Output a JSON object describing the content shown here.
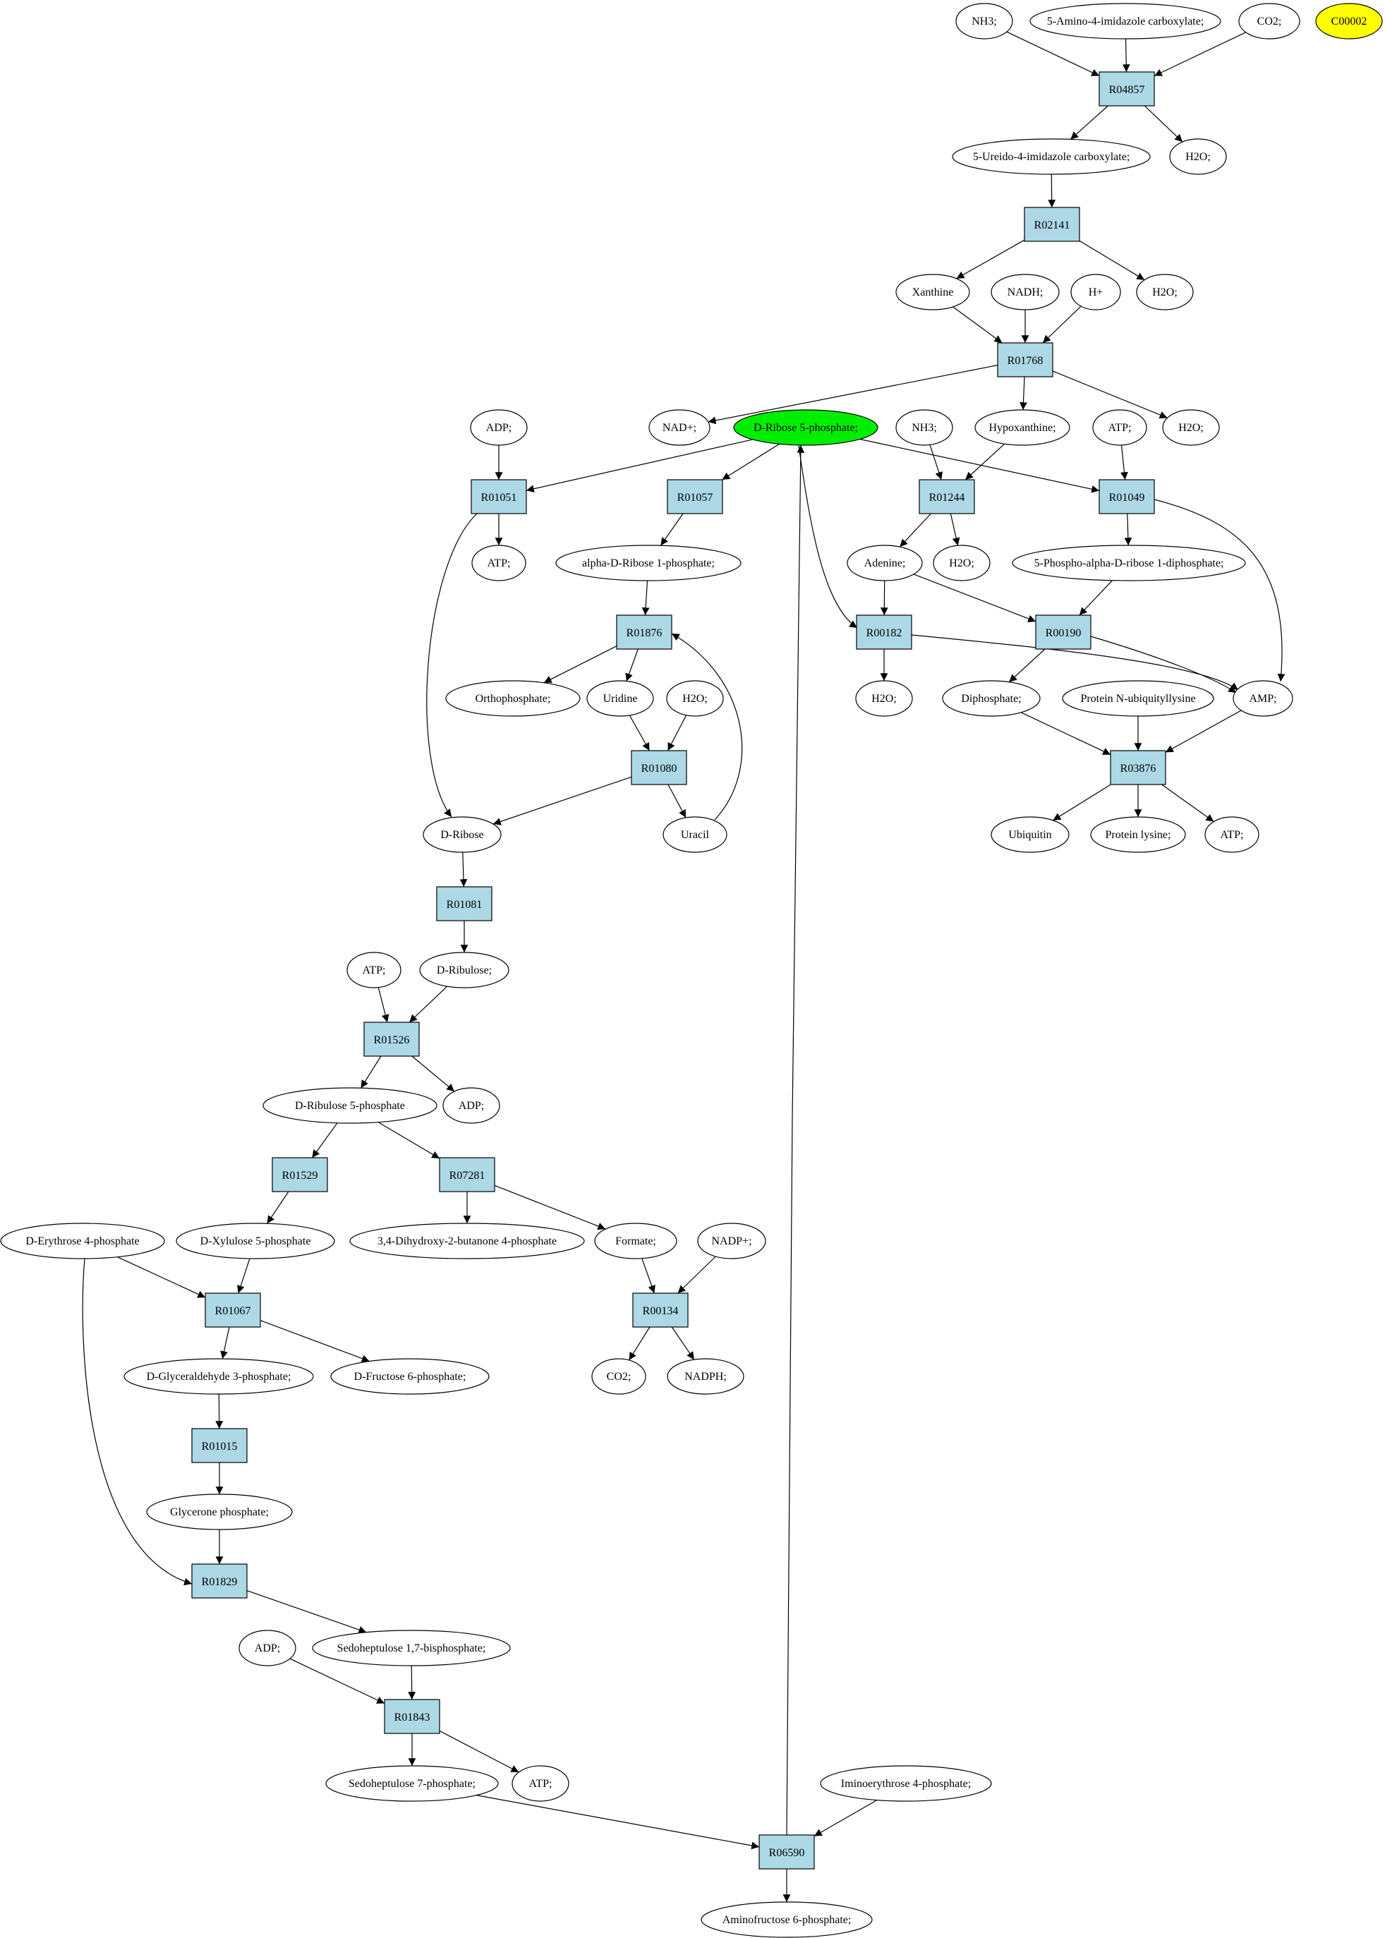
{
  "colors": {
    "reaction_fill": "#add8e6",
    "compound_fill": "#ffffff",
    "highlight_fill": "#00ee00",
    "legend_fill": "#ffff00",
    "stroke": "#000000"
  },
  "legend": {
    "label": "C00002"
  },
  "reactions": [
    {
      "id": "R04857",
      "label": "R04857"
    },
    {
      "id": "R02141",
      "label": "R02141"
    },
    {
      "id": "R01768",
      "label": "R01768"
    },
    {
      "id": "R01051",
      "label": "R01051"
    },
    {
      "id": "R01057",
      "label": "R01057"
    },
    {
      "id": "R01244",
      "label": "R01244"
    },
    {
      "id": "R01049",
      "label": "R01049"
    },
    {
      "id": "R01876",
      "label": "R01876"
    },
    {
      "id": "R00182",
      "label": "R00182"
    },
    {
      "id": "R00190",
      "label": "R00190"
    },
    {
      "id": "R01080",
      "label": "R01080"
    },
    {
      "id": "R03876",
      "label": "R03876"
    },
    {
      "id": "R01081",
      "label": "R01081"
    },
    {
      "id": "R01526",
      "label": "R01526"
    },
    {
      "id": "R01529",
      "label": "R01529"
    },
    {
      "id": "R07281",
      "label": "R07281"
    },
    {
      "id": "R01067",
      "label": "R01067"
    },
    {
      "id": "R00134",
      "label": "R00134"
    },
    {
      "id": "R01015",
      "label": "R01015"
    },
    {
      "id": "R01829",
      "label": "R01829"
    },
    {
      "id": "R01843",
      "label": "R01843"
    },
    {
      "id": "R06590",
      "label": "R06590"
    }
  ],
  "compounds": [
    {
      "id": "c_nh3_top",
      "label": "NH3;"
    },
    {
      "id": "c_aica",
      "label": "5-Amino-4-imidazole carboxylate;"
    },
    {
      "id": "c_co2_top",
      "label": "CO2;"
    },
    {
      "id": "c_ureido",
      "label": "5-Ureido-4-imidazole carboxylate;"
    },
    {
      "id": "c_h2o_1",
      "label": "H2O;"
    },
    {
      "id": "c_xanthine",
      "label": "Xanthine"
    },
    {
      "id": "c_nadh",
      "label": "NADH;"
    },
    {
      "id": "c_hplus",
      "label": "H+"
    },
    {
      "id": "c_h2o_2",
      "label": "H2O;"
    },
    {
      "id": "c_adp_1",
      "label": "ADP;"
    },
    {
      "id": "c_nadp_plus",
      "label": "NAD+;"
    },
    {
      "id": "c_ribose5p",
      "label": "D-Ribose 5-phosphate;"
    },
    {
      "id": "c_nh3_2",
      "label": "NH3;"
    },
    {
      "id": "c_hypoxanthine",
      "label": "Hypoxanthine;"
    },
    {
      "id": "c_atp_1",
      "label": "ATP;"
    },
    {
      "id": "c_h2o_3",
      "label": "H2O;"
    },
    {
      "id": "c_atp_2",
      "label": "ATP;"
    },
    {
      "id": "c_ar1p",
      "label": "alpha-D-Ribose 1-phosphate;"
    },
    {
      "id": "c_adenine",
      "label": "Adenine;"
    },
    {
      "id": "c_h2o_4",
      "label": "H2O;"
    },
    {
      "id": "c_prpp",
      "label": "5-Phospho-alpha-D-ribose 1-diphosphate;"
    },
    {
      "id": "c_ortho",
      "label": "Orthophosphate;"
    },
    {
      "id": "c_uridine",
      "label": "Uridine"
    },
    {
      "id": "c_h2o_5",
      "label": "H2O;"
    },
    {
      "id": "c_h2o_6",
      "label": "H2O;"
    },
    {
      "id": "c_diphosphate",
      "label": "Diphosphate;"
    },
    {
      "id": "c_protein_ubq",
      "label": "Protein N-ubiquityllysine"
    },
    {
      "id": "c_amp",
      "label": "AMP;"
    },
    {
      "id": "c_dribose",
      "label": "D-Ribose"
    },
    {
      "id": "c_uracil",
      "label": "Uracil"
    },
    {
      "id": "c_ubiquitin",
      "label": "Ubiquitin"
    },
    {
      "id": "c_protein_lys",
      "label": "Protein lysine;"
    },
    {
      "id": "c_atp_3",
      "label": "ATP;"
    },
    {
      "id": "c_atp_4",
      "label": "ATP;"
    },
    {
      "id": "c_dribulose",
      "label": "D-Ribulose;"
    },
    {
      "id": "c_ribulose5p",
      "label": "D-Ribulose 5-phosphate"
    },
    {
      "id": "c_adp_2",
      "label": "ADP;"
    },
    {
      "id": "c_e4p",
      "label": "D-Erythrose 4-phosphate"
    },
    {
      "id": "c_x5p",
      "label": "D-Xylulose 5-phosphate"
    },
    {
      "id": "c_dhb4p",
      "label": "3,4-Dihydroxy-2-butanone 4-phosphate"
    },
    {
      "id": "c_formate",
      "label": "Formate;"
    },
    {
      "id": "c_nadpplus",
      "label": "NADP+;"
    },
    {
      "id": "c_g3p",
      "label": "D-Glyceraldehyde 3-phosphate;"
    },
    {
      "id": "c_f6p",
      "label": "D-Fructose 6-phosphate;"
    },
    {
      "id": "c_co2_2",
      "label": "CO2;"
    },
    {
      "id": "c_nadph",
      "label": "NADPH;"
    },
    {
      "id": "c_dhap",
      "label": "Glycerone phosphate;"
    },
    {
      "id": "c_sbp",
      "label": "Sedoheptulose 1,7-bisphosphate;"
    },
    {
      "id": "c_adp_3",
      "label": "ADP;"
    },
    {
      "id": "c_s7p",
      "label": "Sedoheptulose 7-phosphate;"
    },
    {
      "id": "c_atp_5",
      "label": "ATP;"
    },
    {
      "id": "c_ie4p",
      "label": "Iminoerythrose 4-phosphate;"
    },
    {
      "id": "c_af6p",
      "label": "Aminofructose 6-phosphate;"
    }
  ],
  "edges": [
    [
      "c_nh3_top",
      "R04857"
    ],
    [
      "c_aica",
      "R04857"
    ],
    [
      "c_co2_top",
      "R04857"
    ],
    [
      "R04857",
      "c_ureido"
    ],
    [
      "R04857",
      "c_h2o_1"
    ],
    [
      "c_ureido",
      "R02141"
    ],
    [
      "R02141",
      "c_xanthine"
    ],
    [
      "R02141",
      "c_h2o_2"
    ],
    [
      "c_xanthine",
      "R01768"
    ],
    [
      "c_nadh",
      "R01768"
    ],
    [
      "c_hplus",
      "R01768"
    ],
    [
      "R01768",
      "c_nadp_plus"
    ],
    [
      "R01768",
      "c_hypoxanthine"
    ],
    [
      "R01768",
      "c_h2o_3"
    ],
    [
      "c_adp_1",
      "R01051"
    ],
    [
      "c_ribose5p",
      "R01051"
    ],
    [
      "R01051",
      "c_atp_2"
    ],
    [
      "R01051",
      "c_dribose"
    ],
    [
      "c_ribose5p",
      "R01057"
    ],
    [
      "R01057",
      "c_ar1p"
    ],
    [
      "c_nh3_2",
      "R01244"
    ],
    [
      "c_hypoxanthine",
      "R01244"
    ],
    [
      "R01244",
      "c_adenine"
    ],
    [
      "R01244",
      "c_h2o_4"
    ],
    [
      "c_atp_1",
      "R01049"
    ],
    [
      "c_ribose5p",
      "R01049"
    ],
    [
      "R01049",
      "c_prpp"
    ],
    [
      "R01049",
      "c_amp"
    ],
    [
      "c_ar1p",
      "R01876"
    ],
    [
      "R01876",
      "c_ortho"
    ],
    [
      "R01876",
      "c_uridine"
    ],
    [
      "c_ribose5p",
      "R00182"
    ],
    [
      "c_adenine",
      "R00182"
    ],
    [
      "R00182",
      "c_h2o_6"
    ],
    [
      "R00182",
      "c_amp"
    ],
    [
      "c_adenine",
      "R00190"
    ],
    [
      "c_prpp",
      "R00190"
    ],
    [
      "R00190",
      "c_diphosphate"
    ],
    [
      "R00190",
      "c_amp"
    ],
    [
      "c_uridine",
      "R01080"
    ],
    [
      "c_h2o_5",
      "R01080"
    ],
    [
      "R01080",
      "c_dribose"
    ],
    [
      "R01080",
      "c_uracil"
    ],
    [
      "c_uracil",
      "R01876"
    ],
    [
      "c_diphosphate",
      "R03876"
    ],
    [
      "c_protein_ubq",
      "R03876"
    ],
    [
      "c_amp",
      "R03876"
    ],
    [
      "R03876",
      "c_ubiquitin"
    ],
    [
      "R03876",
      "c_protein_lys"
    ],
    [
      "R03876",
      "c_atp_3"
    ],
    [
      "c_dribose",
      "R01081"
    ],
    [
      "R01081",
      "c_dribulose"
    ],
    [
      "c_atp_4",
      "R01526"
    ],
    [
      "c_dribulose",
      "R01526"
    ],
    [
      "R01526",
      "c_ribulose5p"
    ],
    [
      "R01526",
      "c_adp_2"
    ],
    [
      "c_ribulose5p",
      "R01529"
    ],
    [
      "c_ribulose5p",
      "R07281"
    ],
    [
      "R01529",
      "c_x5p"
    ],
    [
      "R07281",
      "c_dhb4p"
    ],
    [
      "R07281",
      "c_formate"
    ],
    [
      "c_e4p",
      "R01067"
    ],
    [
      "c_x5p",
      "R01067"
    ],
    [
      "R01067",
      "c_g3p"
    ],
    [
      "R01067",
      "c_f6p"
    ],
    [
      "c_formate",
      "R00134"
    ],
    [
      "c_nadpplus",
      "R00134"
    ],
    [
      "R00134",
      "c_co2_2"
    ],
    [
      "R00134",
      "c_nadph"
    ],
    [
      "c_g3p",
      "R01015"
    ],
    [
      "R01015",
      "c_dhap"
    ],
    [
      "c_dhap",
      "R01829"
    ],
    [
      "c_e4p",
      "R01829"
    ],
    [
      "R01829",
      "c_sbp"
    ],
    [
      "c_adp_3",
      "R01843"
    ],
    [
      "c_sbp",
      "R01843"
    ],
    [
      "R01843",
      "c_s7p"
    ],
    [
      "R01843",
      "c_atp_5"
    ],
    [
      "c_s7p",
      "R06590"
    ],
    [
      "c_ie4p",
      "R06590"
    ],
    [
      "R06590",
      "c_af6p"
    ],
    [
      "R06590",
      "c_ribose5p"
    ]
  ]
}
